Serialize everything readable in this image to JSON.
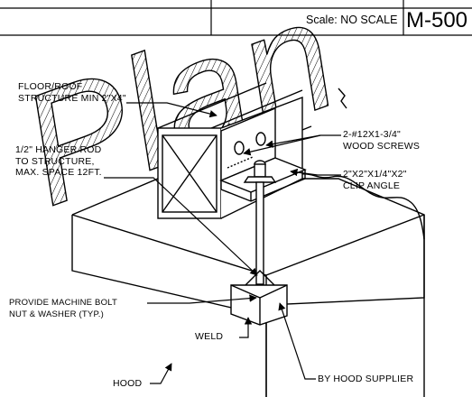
{
  "title_block": {
    "scale_text": "Scale: NO SCALE",
    "sheet_number": "M-500"
  },
  "watermark": {
    "text": "Plan"
  },
  "callouts": {
    "floor_roof_line1": "FLOOR/ROOF",
    "floor_roof_line2": "STRUCTURE MIN 2\"X4\"",
    "hanger_line1": "1/2\" HANGER ROD",
    "hanger_line2": "TO STRUCTURE,",
    "hanger_line3": "MAX. SPACE 12FT.",
    "screws_line1": "2-#12X1-3/4\"",
    "screws_line2": "WOOD SCREWS",
    "clip_line1": "2\"X2\"X1/4\"X2\"",
    "clip_line2": "CLIP ANGLE",
    "bolt_line1": "PROVIDE MACHINE BOLT",
    "bolt_line2": "NUT & WASHER (TYP.)",
    "weld": "WELD",
    "hood": "HOOD",
    "hood_supplier": "BY HOOD SUPPLIER"
  },
  "colors": {
    "ink": "#000000",
    "paper": "#ffffff"
  }
}
